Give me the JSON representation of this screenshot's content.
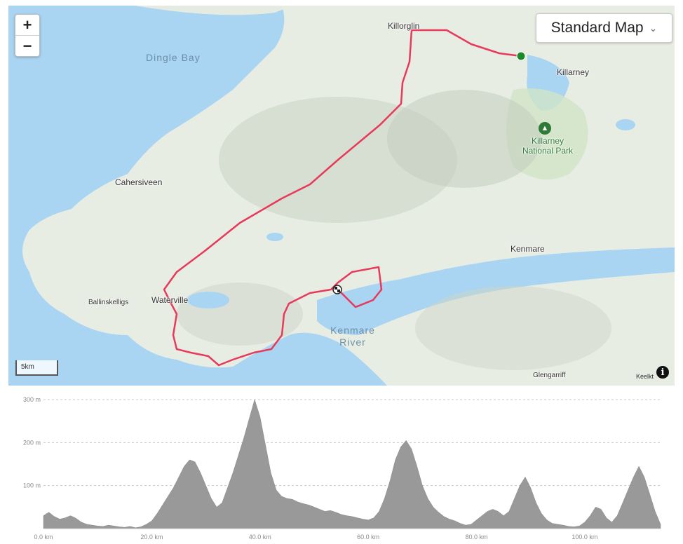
{
  "map": {
    "zoom_in": "+",
    "zoom_out": "−",
    "map_type": "Standard Map",
    "scale": "5km",
    "attribution": "Keelkt",
    "info": "i",
    "places": {
      "killorglin": "Killorglin",
      "killarney": "Killarney",
      "killarney_np": "Killarney National Park",
      "dingle_bay": "Dingle Bay",
      "cahersiveen": "Cahersiveen",
      "kenmare": "Kenmare",
      "ballinskelligs": "Ballinskelligs",
      "waterville": "Waterville",
      "kenmare_river": "Kenmare River",
      "glengarriff": "Glengarriff"
    },
    "colors": {
      "route": "#e8395a",
      "start": "#1a8a2a",
      "water": "#a9d4f2",
      "land": "#e8ede4"
    },
    "icons": {
      "start": "start-marker-icon",
      "finish": "finish-flag-icon",
      "park": "tree-icon"
    }
  },
  "chart_data": {
    "type": "area",
    "title": "",
    "xlabel": "",
    "ylabel": "",
    "xlim": [
      0,
      114
    ],
    "ylim": [
      0,
      300
    ],
    "x_ticks": [
      0,
      20,
      40,
      60,
      80,
      100
    ],
    "x_tick_labels": [
      "0.0 km",
      "20.0 km",
      "40.0 km",
      "60.0 km",
      "80.0 km",
      "100.0 km"
    ],
    "y_ticks": [
      100,
      200,
      300
    ],
    "y_tick_labels": [
      "100 m",
      "200 m",
      "300 m"
    ],
    "grid": true,
    "color": "#999999",
    "x": [
      0,
      1,
      2,
      3,
      4,
      5,
      6,
      7,
      8,
      9,
      10,
      11,
      12,
      13,
      14,
      15,
      16,
      17,
      18,
      19,
      20,
      21,
      22,
      23,
      24,
      25,
      26,
      27,
      28,
      29,
      30,
      31,
      32,
      33,
      34,
      35,
      36,
      37,
      38,
      39,
      40,
      41,
      42,
      43,
      44,
      45,
      46,
      47,
      48,
      49,
      50,
      51,
      52,
      53,
      54,
      55,
      56,
      57,
      58,
      59,
      60,
      61,
      62,
      63,
      64,
      65,
      66,
      67,
      68,
      69,
      70,
      71,
      72,
      73,
      74,
      75,
      76,
      77,
      78,
      79,
      80,
      81,
      82,
      83,
      84,
      85,
      86,
      87,
      88,
      89,
      90,
      91,
      92,
      93,
      94,
      95,
      96,
      97,
      98,
      99,
      100,
      101,
      102,
      103,
      104,
      105,
      106,
      107,
      108,
      109,
      110,
      111,
      112,
      113,
      114
    ],
    "y": [
      30,
      38,
      28,
      22,
      25,
      30,
      24,
      15,
      10,
      8,
      6,
      5,
      8,
      6,
      4,
      3,
      5,
      2,
      4,
      10,
      18,
      35,
      55,
      75,
      95,
      120,
      145,
      160,
      155,
      130,
      100,
      70,
      50,
      60,
      95,
      130,
      170,
      210,
      255,
      300,
      260,
      195,
      130,
      90,
      75,
      70,
      68,
      62,
      58,
      55,
      50,
      45,
      40,
      42,
      38,
      33,
      30,
      28,
      25,
      22,
      20,
      25,
      40,
      70,
      110,
      160,
      190,
      205,
      185,
      145,
      100,
      70,
      50,
      38,
      28,
      22,
      18,
      12,
      8,
      10,
      20,
      30,
      40,
      45,
      40,
      30,
      40,
      70,
      100,
      120,
      95,
      60,
      35,
      20,
      12,
      10,
      8,
      5,
      4,
      6,
      15,
      30,
      50,
      45,
      25,
      15,
      30,
      60,
      90,
      120,
      145,
      120,
      80,
      40,
      10
    ]
  }
}
